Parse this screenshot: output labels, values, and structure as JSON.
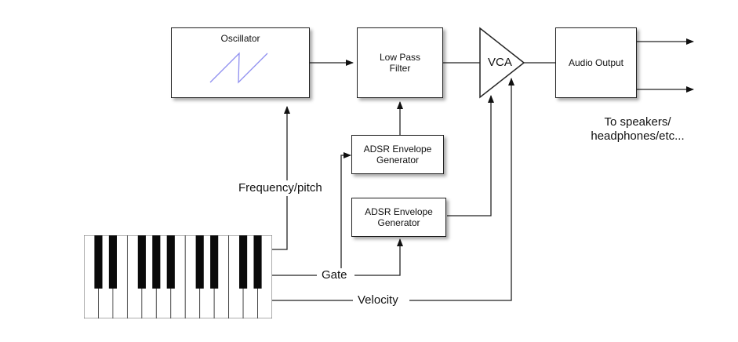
{
  "blocks": {
    "oscillator": "Oscillator",
    "low_pass_filter": "Low Pass\nFilter",
    "vca": "VCA",
    "audio_output": "Audio Output",
    "adsr_top": "ADSR Envelope\nGenerator",
    "adsr_bottom": "ADSR Envelope\nGenerator"
  },
  "labels": {
    "output_note": "To speakers/\nheadphones/etc...",
    "frequency": "Frequency/pitch",
    "gate": "Gate",
    "velocity": "Velocity"
  },
  "icons": {
    "waveform": "sawtooth-wave-icon",
    "keyboard": "piano-keyboard-icon"
  },
  "colors": {
    "waveform": "#8f8ff0",
    "line": "#222222"
  },
  "keyboard": {
    "white_keys": 13,
    "black_key_pattern": [
      1,
      1,
      0,
      1,
      1,
      1,
      0,
      1,
      1,
      0,
      1,
      1
    ]
  }
}
